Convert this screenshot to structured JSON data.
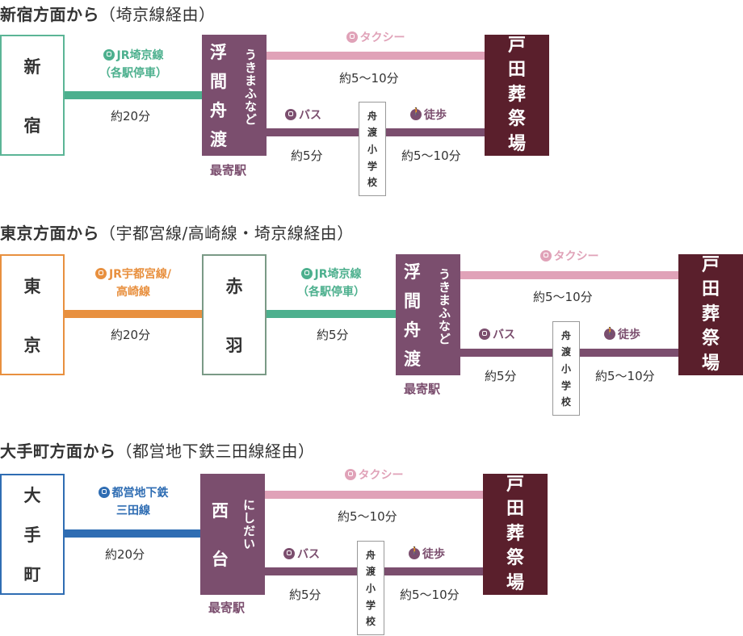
{
  "routes": [
    {
      "title": "新宿方面から",
      "subtitle": "（埼京線経由）",
      "origin": [
        "新",
        "宿"
      ],
      "origin_color": "#5bb596",
      "rail_label_1": "JR埼京線",
      "rail_label_2": "（各駅停車）",
      "rail_color": "#4db08e",
      "rail_time": "約20分",
      "station": [
        "浮",
        "間",
        "舟",
        "渡"
      ],
      "station_kana": "うきまふなど",
      "station_note": "最寄駅",
      "taxi_label": "タクシー",
      "taxi_time": "約5～10分",
      "bus_label": "バス",
      "bus_time": "約5分",
      "bus_stop": [
        "舟",
        "渡",
        "小",
        "学",
        "校"
      ],
      "walk_label": "徒歩",
      "walk_time": "約5～10分",
      "dest": [
        "戸",
        "田",
        "葬",
        "祭",
        "場"
      ]
    },
    {
      "title": "東京方面から",
      "subtitle": "（宇都宮線/高崎線・埼京線経由）",
      "origin": [
        "東",
        "京"
      ],
      "origin_color": "#e8903f",
      "rail_label_1": "JR宇都宮線/",
      "rail_label_2": "高崎線",
      "rail_color": "#e8903f",
      "rail_time": "約20分",
      "transfer": [
        "赤",
        "羽"
      ],
      "rail2_label_1": "JR埼京線",
      "rail2_label_2": "（各駅停車）",
      "rail2_color": "#4db08e",
      "rail2_time": "約5分",
      "station": [
        "浮",
        "間",
        "舟",
        "渡"
      ],
      "station_kana": "うきまふなど",
      "station_note": "最寄駅",
      "taxi_label": "タクシー",
      "taxi_time": "約5～10分",
      "bus_label": "バス",
      "bus_time": "約5分",
      "bus_stop": [
        "舟",
        "渡",
        "小",
        "学",
        "校"
      ],
      "walk_label": "徒歩",
      "walk_time": "約5～10分",
      "dest": [
        "戸",
        "田",
        "葬",
        "祭",
        "場"
      ]
    },
    {
      "title": "大手町方面から",
      "subtitle": "（都営地下鉄三田線経由）",
      "origin": [
        "大",
        "手",
        "町"
      ],
      "origin_color": "#2f6db3",
      "rail_label_1": "都営地下鉄",
      "rail_label_2": "三田線",
      "rail_color": "#2f6db3",
      "rail_time": "約20分",
      "station": [
        "西",
        "台"
      ],
      "station_kana": "にしだい",
      "station_note": "最寄駅",
      "taxi_label": "タクシー",
      "taxi_time": "約5～10分",
      "bus_label": "バス",
      "bus_time": "約5分",
      "bus_stop": [
        "舟",
        "渡",
        "小",
        "学",
        "校"
      ],
      "walk_label": "徒歩",
      "walk_time": "約5～10分",
      "dest": [
        "戸",
        "田",
        "葬",
        "祭",
        "場"
      ]
    }
  ],
  "colors": {
    "station": "#7b4e6e",
    "dest": "#5a1f2c",
    "taxi": "#e0a2b8",
    "bus": "#7b4e6e"
  },
  "icons": {
    "train": "train-icon",
    "taxi": "taxi-icon",
    "bus": "bus-icon",
    "walk": "walk-icon"
  }
}
